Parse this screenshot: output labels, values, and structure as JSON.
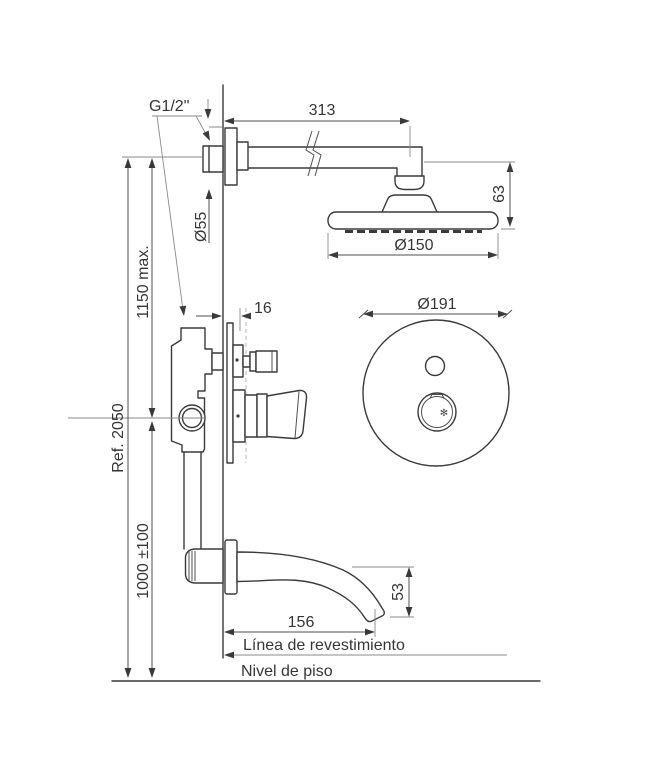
{
  "drawing": {
    "annotations": {
      "thread_size": "G1/2\"",
      "finish_line": "Línea de revestimiento",
      "floor_line": "Nivel de piso"
    },
    "dimensions": {
      "arm_length": "313",
      "head_height": "63",
      "arm_flange_diameter": "Ø55",
      "head_diameter": "Ø150",
      "plate_diameter": "Ø191",
      "wall_depth": "16",
      "valve_max_height": "1150 max.",
      "reference_height": "Ref. 2050",
      "spout_mount_height": "1000 ±100",
      "spout_reach": "156",
      "spout_drop": "53"
    },
    "icons": {
      "handle_snowflake": "✻"
    },
    "colors": {
      "object_line": "#3a3a3a",
      "dimension_line": "#4f4f4f",
      "extension_line": "#8a8a8a",
      "text": "#363636",
      "background": "#ffffff"
    }
  }
}
